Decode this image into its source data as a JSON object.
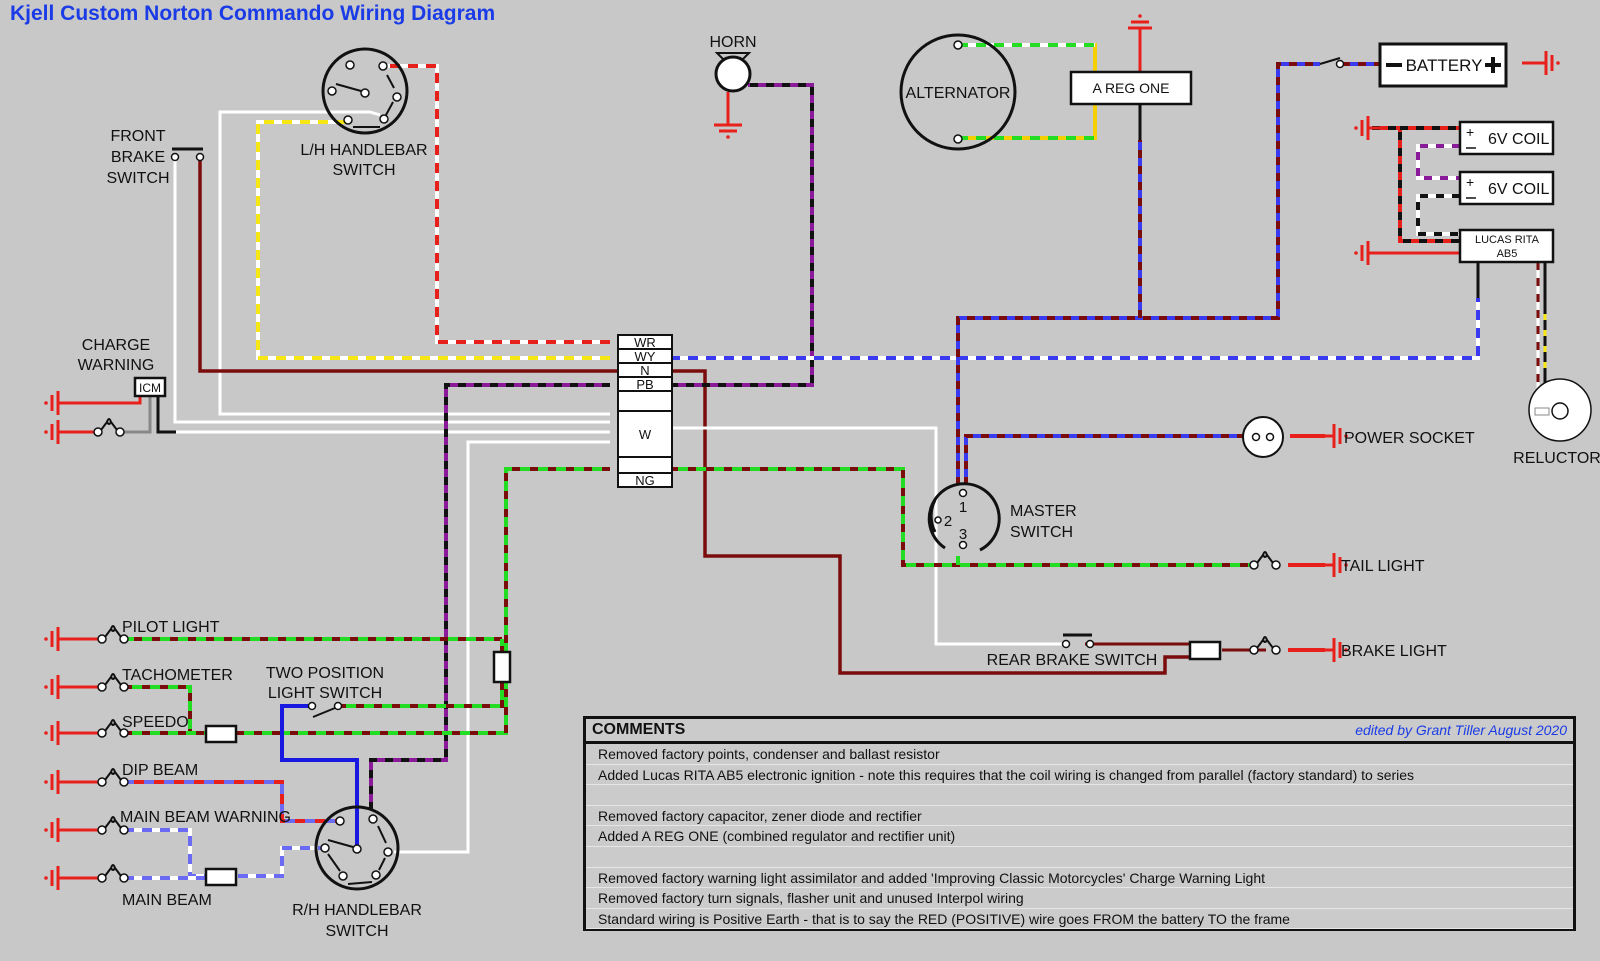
{
  "title": "Kjell Custom Norton Commando Wiring Diagram",
  "components": {
    "horn": "HORN",
    "alternator": "ALTERNATOR",
    "regulator": "A REG ONE",
    "battery": "BATTERY",
    "battery_neg": "−",
    "battery_pos": "+",
    "coil1": "6V COIL",
    "coil2": "6V COIL",
    "ignition_line1": "LUCAS RITA",
    "ignition_line2": "AB5",
    "reluctor": "RELUCTOR",
    "lh_switch_line1": "L/H HANDLEBAR",
    "lh_switch_line2": "SWITCH",
    "front_brake_line1": "FRONT",
    "front_brake_line2": "BRAKE",
    "front_brake_line3": "SWITCH",
    "charge_warning_line1": "CHARGE",
    "charge_warning_line2": "WARNING",
    "icm": "ICM",
    "power_socket": "POWER SOCKET",
    "master_switch_line1": "MASTER",
    "master_switch_line2": "SWITCH",
    "master_pin1": "1",
    "master_pin2": "2",
    "master_pin3": "3",
    "tail_light": "TAIL LIGHT",
    "brake_light": "BRAKE LIGHT",
    "rear_brake_switch": "REAR BRAKE SWITCH",
    "pilot_light": "PILOT LIGHT",
    "tachometer": "TACHOMETER",
    "speedo": "SPEEDO",
    "dip_beam": "DIP BEAM",
    "main_beam_warning": "MAIN BEAM WARNING",
    "main_beam": "MAIN BEAM",
    "two_pos_line1": "TWO POSITION",
    "two_pos_line2": "LIGHT SWITCH",
    "rh_switch_line1": "R/H HANDLEBAR",
    "rh_switch_line2": "SWITCH"
  },
  "connector": {
    "slots": [
      "WR",
      "WY",
      "N",
      "PB",
      "",
      "W",
      "",
      "NG"
    ]
  },
  "wire_colors": {
    "red": "#e8201c",
    "brown": "#7a0c0c",
    "green": "#22dd22",
    "yellow": "#f5e614",
    "blue": "#3a3af0",
    "purple": "#8a1a9a",
    "white": "#ffffff",
    "black": "#111111",
    "grey": "#888888"
  },
  "comments": {
    "header": "COMMENTS",
    "editor": "edited by Grant Tiller August 2020",
    "rows": [
      "Removed factory points, condenser and ballast resistor",
      "Added Lucas RITA  AB5  electronic ignition - note this requires that the coil wiring is changed from parallel (factory standard) to series",
      "",
      "Removed factory capacitor, zener diode and rectifier",
      "Added A REG ONE (combined regulator and rectifier unit)",
      "",
      "Removed factory warning light assimilator and added 'Improving Classic Motorcycles' Charge Warning Light",
      "Removed factory turn signals, flasher unit and unused Interpol wiring",
      "Standard wiring is Positive Earth - that is to say the RED (POSITIVE) wire goes FROM the battery TO the frame"
    ]
  }
}
